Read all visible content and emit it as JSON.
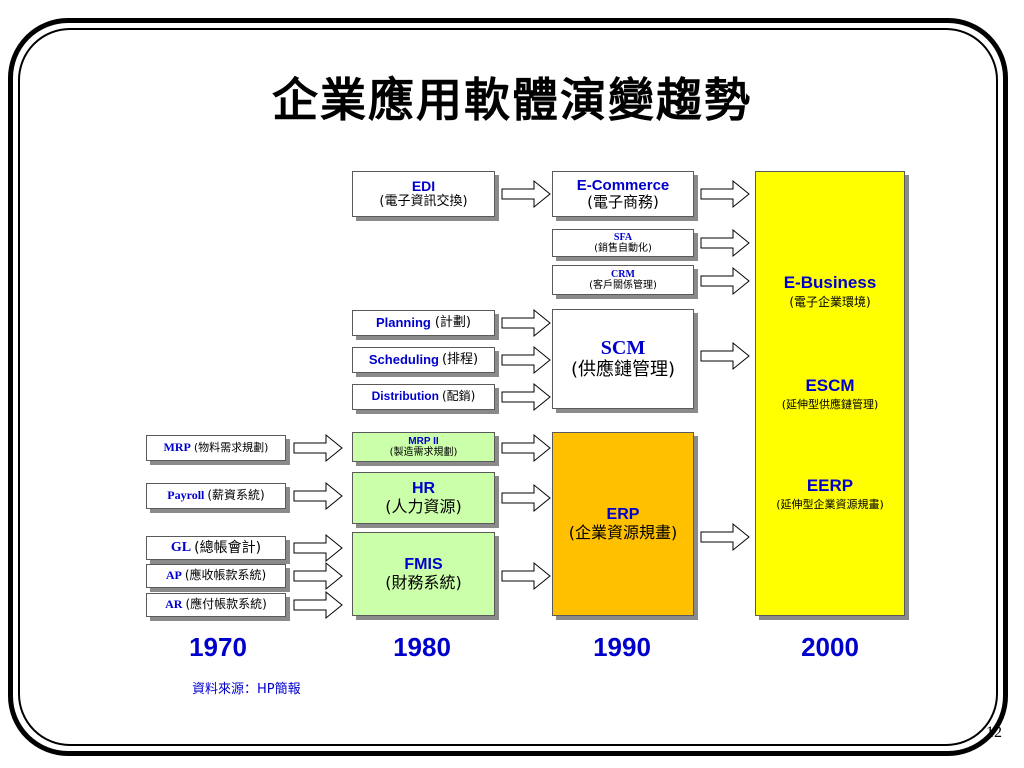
{
  "title": "企業應用軟體演變趨勢",
  "boxes": {
    "edi": {
      "en": "EDI",
      "zh": "(電子資訊交換)"
    },
    "ecommerce": {
      "en": "E-Commerce",
      "zh": "(電子商務)"
    },
    "sfa": {
      "en": "SFA",
      "zh": "(銷售自動化)"
    },
    "crm": {
      "en": "CRM",
      "zh": "(客戶關係管理)"
    },
    "planning": {
      "en": "Planning",
      "zh": "(計劃)"
    },
    "scheduling": {
      "en": "Scheduling",
      "zh": "(排程)"
    },
    "distribution": {
      "en": "Distribution",
      "zh": "(配銷)"
    },
    "scm": {
      "en": "SCM",
      "zh": "(供應鏈管理)"
    },
    "mrp": {
      "en": "MRP",
      "zh": "(物料需求規劃)"
    },
    "payroll": {
      "en": "Payroll",
      "zh": "(薪資系統)"
    },
    "gl": {
      "en": "GL",
      "zh": "(總帳會計)"
    },
    "ap": {
      "en": "AP",
      "zh": "(應收帳款系統)"
    },
    "ar": {
      "en": "AR",
      "zh": "(應付帳款系統)"
    },
    "mrp2": {
      "en": "MRP II",
      "zh": "(製造需求規劃)"
    },
    "hr": {
      "en": "HR",
      "zh": "(人力資源)"
    },
    "fmis": {
      "en": "FMIS",
      "zh": "(財務系統)"
    },
    "erp": {
      "en": "ERP",
      "zh": "(企業資源規畫)"
    },
    "ebusiness": {
      "en": "E-Business",
      "zh": "(電子企業環境)"
    },
    "escm": {
      "en": "ESCM",
      "zh": "(延伸型供應鏈管理)"
    },
    "eerp": {
      "en": "EERP",
      "zh": "(延伸型企業資源規畫)"
    }
  },
  "years": [
    "1970",
    "1980",
    "1990",
    "2000"
  ],
  "source": "資料來源：HP簡報",
  "page_number": "12",
  "colors": {
    "title_text": "#000000",
    "english_label": "#0000cc",
    "green_box": "#ccffaa",
    "orange_box": "#ffc000",
    "yellow_box": "#ffff00"
  }
}
